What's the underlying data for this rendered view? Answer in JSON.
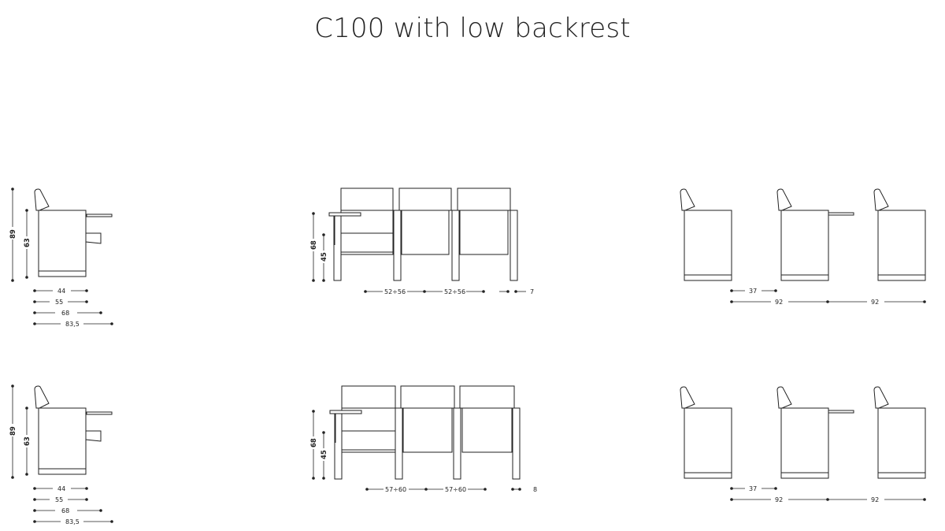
{
  "title": "C100 with low backrest",
  "rows": [
    {
      "side": {
        "heights": [
          "89",
          "63"
        ],
        "depths": [
          "44",
          "55",
          "68",
          "83,5"
        ]
      },
      "front": {
        "heights": [
          "68",
          "45"
        ],
        "widths": [
          "52÷56",
          "52÷56",
          "7"
        ]
      },
      "rear": {
        "spacing": [
          "37"
        ],
        "pitches": [
          "92",
          "92"
        ]
      }
    },
    {
      "side": {
        "heights": [
          "89",
          "63"
        ],
        "depths": [
          "44",
          "55",
          "68",
          "83,5"
        ]
      },
      "front": {
        "heights": [
          "68",
          "45"
        ],
        "widths": [
          "57÷60",
          "57÷60",
          "8"
        ]
      },
      "rear": {
        "spacing": [
          "37"
        ],
        "pitches": [
          "92",
          "92"
        ]
      }
    }
  ]
}
